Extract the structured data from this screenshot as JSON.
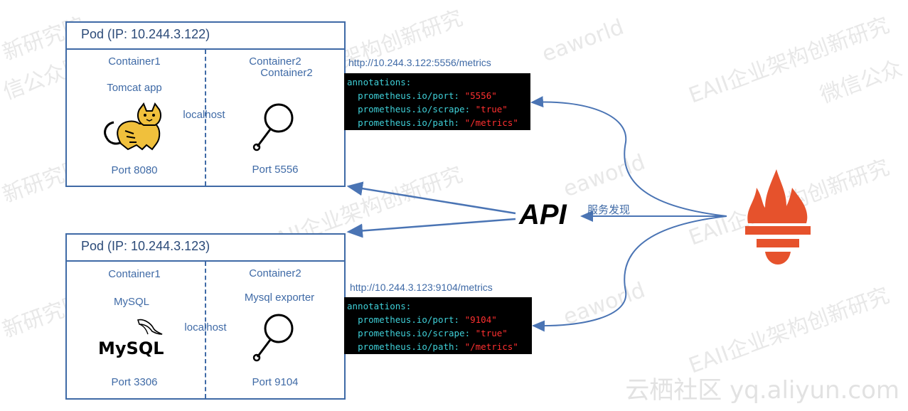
{
  "watermark": {
    "lines": [
      "新研究院",
      "信公众账号",
      "EAII企业架构创新研究",
      "微信公众",
      "eaworld"
    ],
    "footer": "云栖社区 yq.aliyun.com"
  },
  "pods": [
    {
      "title": "Pod (IP: 10.244.3.122)",
      "left": {
        "name": "Container1",
        "app": "Tomcat app",
        "port": "Port 8080",
        "logo": "tomcat-logo"
      },
      "right": {
        "name": "Container2",
        "name_dup": "Container2",
        "port": "Port 5556",
        "icon": "magnifier-icon"
      },
      "link": "localhost",
      "url": "http://10.244.3.122:5556/metrics",
      "annotations": {
        "header": "annotations:",
        "port_key": "prometheus.io/port:",
        "port_val": "\"5556\"",
        "scrape_key": "prometheus.io/scrape:",
        "scrape_val": "\"true\"",
        "path_key": "prometheus.io/path:",
        "path_val": "\"/metrics\""
      }
    },
    {
      "title": "Pod (IP: 10.244.3.123)",
      "left": {
        "name": "Container1",
        "app": "MySQL",
        "port": "Port 3306",
        "logo": "mysql-logo",
        "logo_text": "MySQL"
      },
      "right": {
        "name": "Container2",
        "app": "Mysql exporter",
        "port": "Port 9104",
        "icon": "magnifier-icon"
      },
      "link": "localhost",
      "url": "http://10.244.3.123:9104/metrics",
      "annotations": {
        "header": "annotations:",
        "port_key": "prometheus.io/port:",
        "port_val": "\"9104\"",
        "scrape_key": "prometheus.io/scrape:",
        "scrape_val": "\"true\"",
        "path_key": "prometheus.io/path:",
        "path_val": "\"/metrics\""
      }
    }
  ],
  "api": {
    "label": "API",
    "discovery": "服务发现"
  },
  "colors": {
    "line": "#4a74b4",
    "prometheus": "#e6522c",
    "border": "#3f6aa6"
  }
}
